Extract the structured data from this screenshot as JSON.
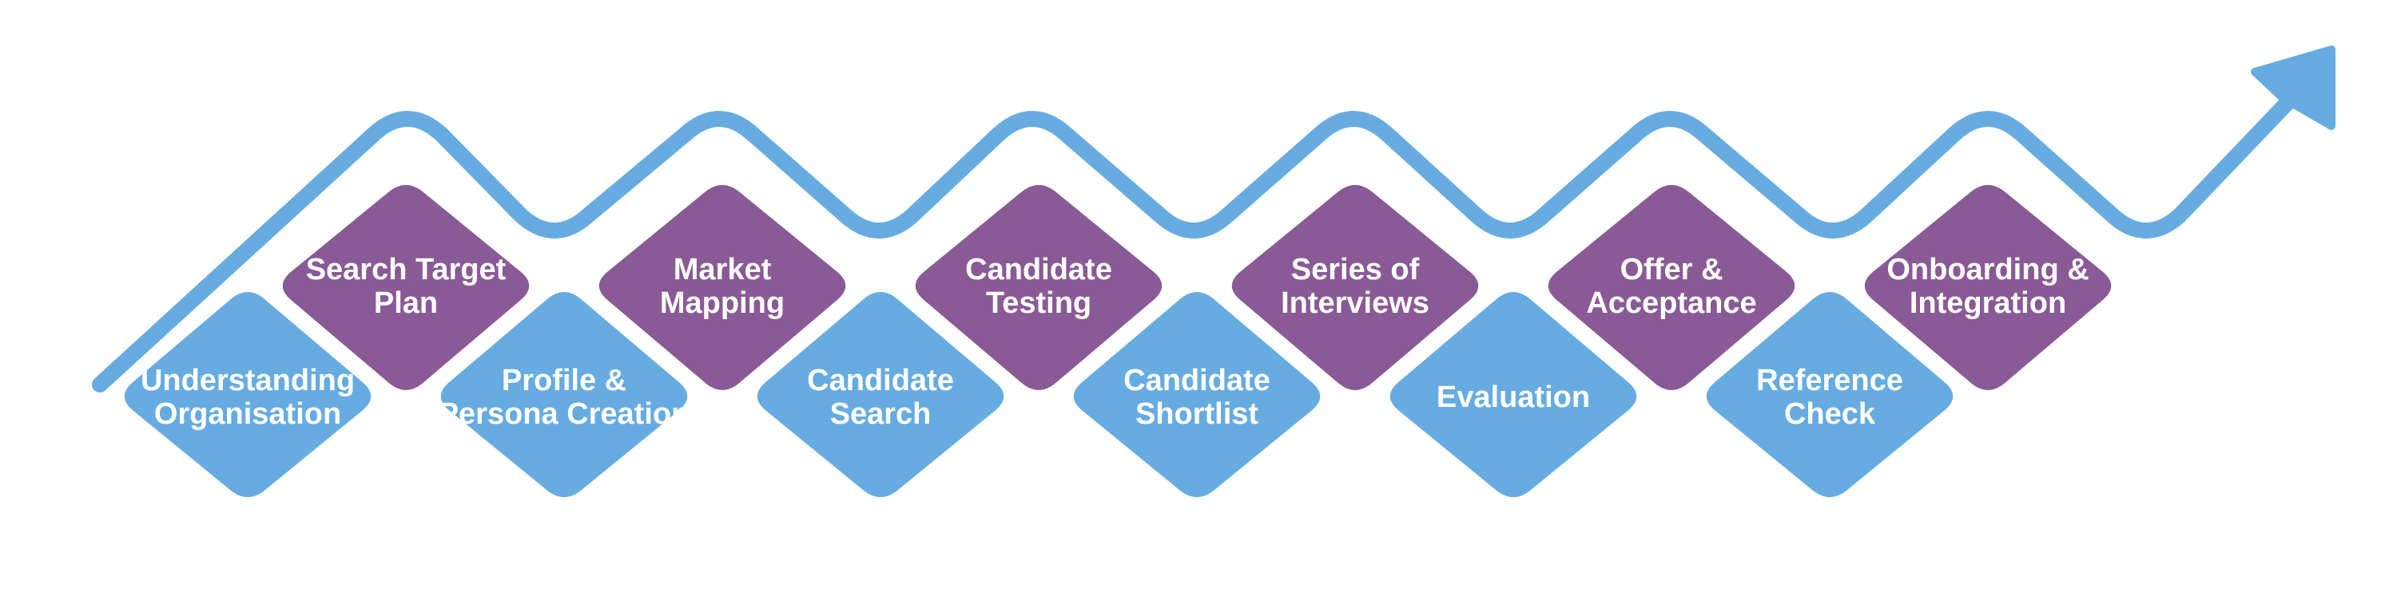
{
  "colors": {
    "accent_blue": "#66ACE1",
    "accent_purple": "#8A5A96",
    "label": "#FFFFFF"
  },
  "steps": [
    {
      "lines": [
        "Understanding",
        "Organisation"
      ],
      "row": "bottom"
    },
    {
      "lines": [
        "Search Target",
        "Plan"
      ],
      "row": "top"
    },
    {
      "lines": [
        "Profile &",
        "Persona Creation"
      ],
      "row": "bottom"
    },
    {
      "lines": [
        "Market",
        "Mapping"
      ],
      "row": "top"
    },
    {
      "lines": [
        "Candidate",
        "Search"
      ],
      "row": "bottom"
    },
    {
      "lines": [
        "Candidate",
        "Testing"
      ],
      "row": "top"
    },
    {
      "lines": [
        "Candidate",
        "Shortlist"
      ],
      "row": "bottom"
    },
    {
      "lines": [
        "Series of",
        "Interviews"
      ],
      "row": "top"
    },
    {
      "lines": [
        "Evaluation"
      ],
      "row": "bottom"
    },
    {
      "lines": [
        "Offer &",
        "Acceptance"
      ],
      "row": "top"
    },
    {
      "lines": [
        "Reference",
        "Check"
      ],
      "row": "bottom"
    },
    {
      "lines": [
        "Onboarding &",
        "Integration"
      ],
      "row": "top"
    }
  ],
  "arrow_icon": "trend-up-arrow-icon"
}
